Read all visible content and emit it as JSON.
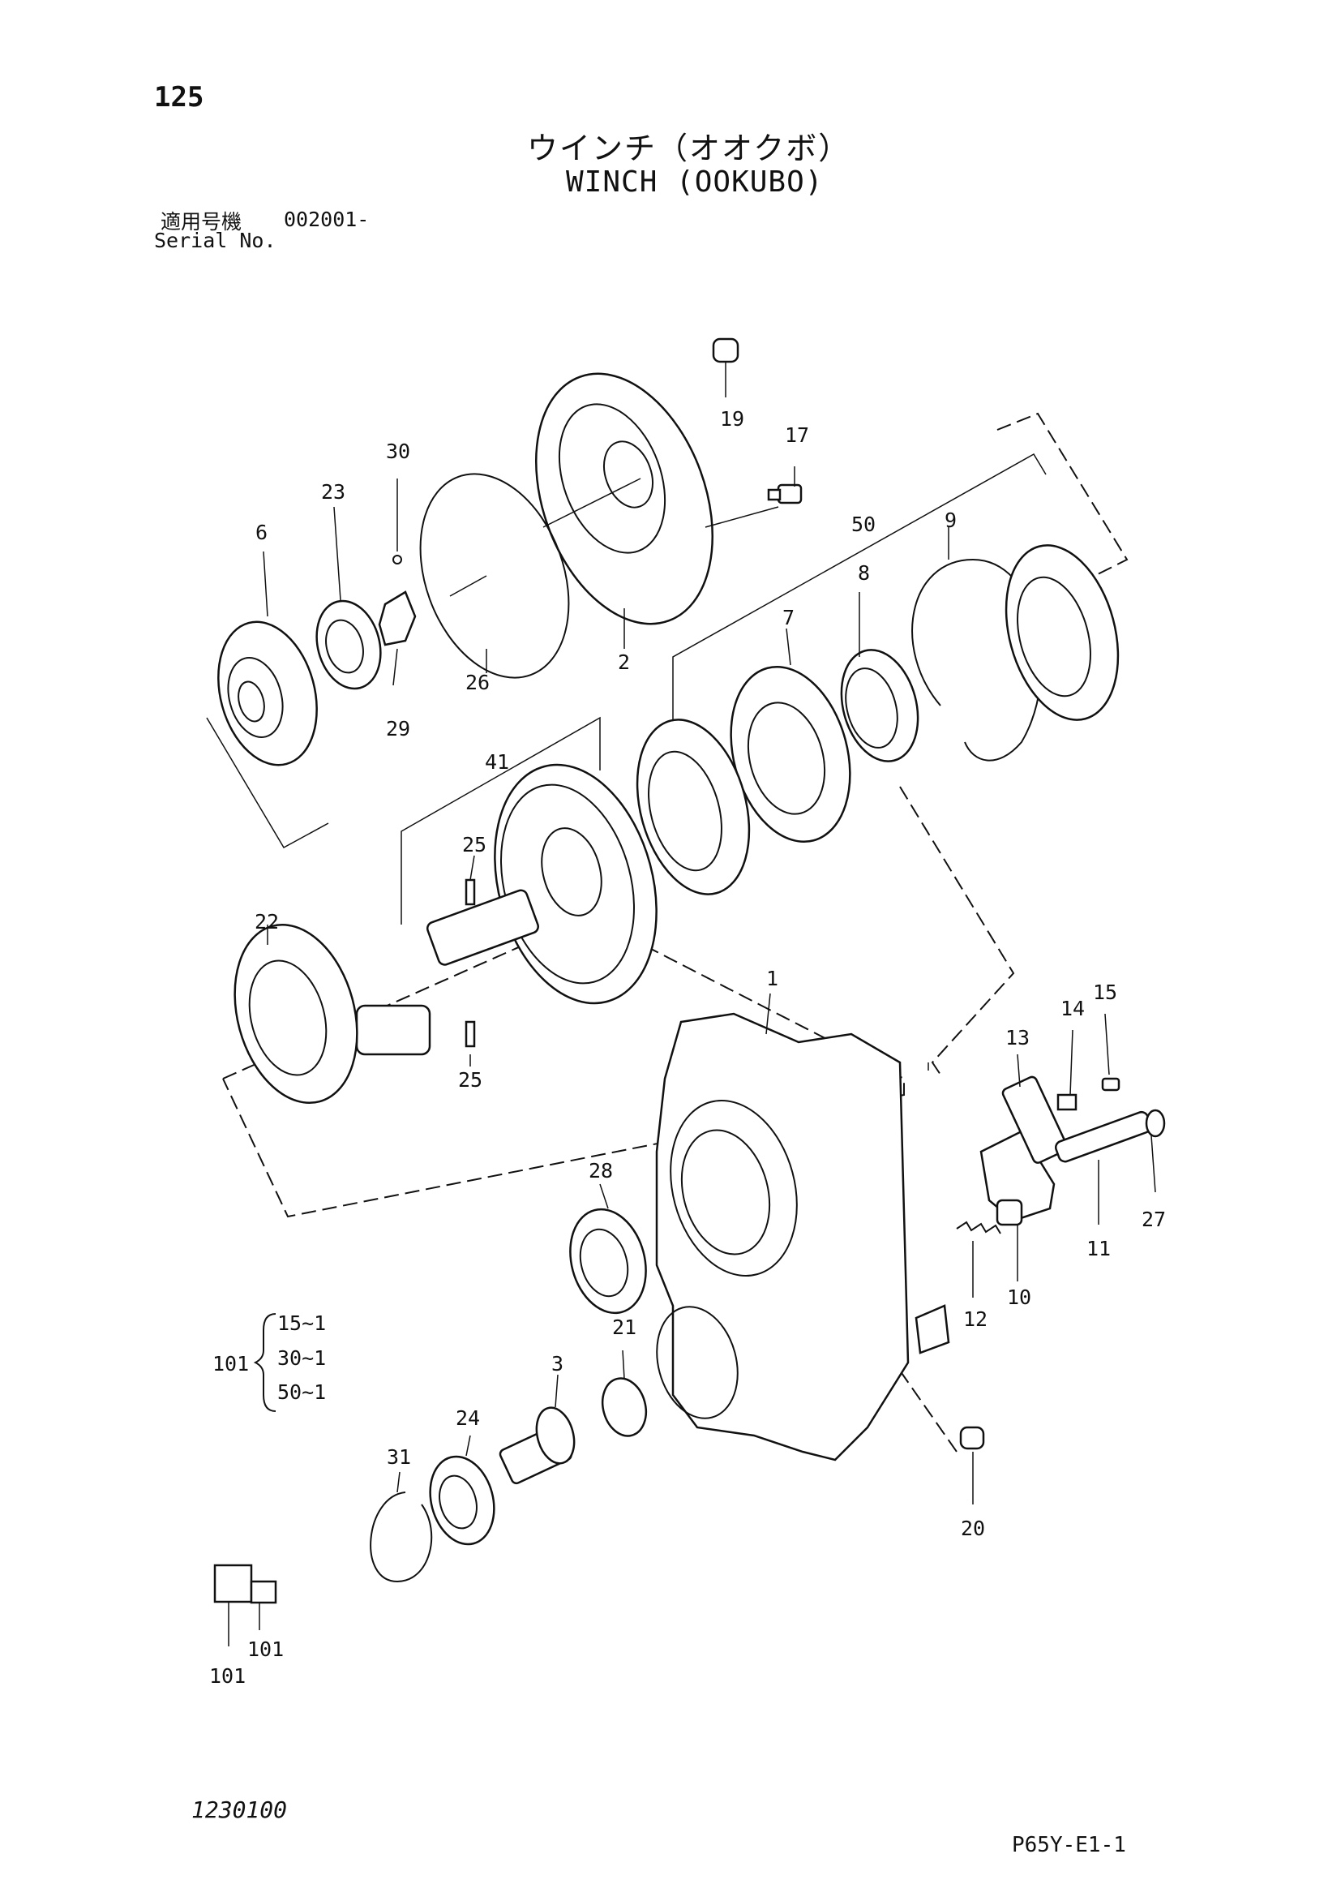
{
  "page_number": "125",
  "title_jp": "ウインチ（オオクボ）",
  "title_en": "WINCH (OOKUBO)",
  "serial": {
    "label_jp": "適用号機",
    "value": "002001-",
    "label_en": "Serial No."
  },
  "callouts": {
    "c1": "1",
    "c2": "2",
    "c3": "3",
    "c6": "6",
    "c7": "7",
    "c8": "8",
    "c9": "9",
    "c10": "10",
    "c11": "11",
    "c12": "12",
    "c13": "13",
    "c14": "14",
    "c15": "15",
    "c17": "17",
    "c19": "19",
    "c20": "20",
    "c21": "21",
    "c22": "22",
    "c23": "23",
    "c24": "24",
    "c25a": "25",
    "c25b": "25",
    "c26": "26",
    "c27": "27",
    "c28": "28",
    "c29": "29",
    "c30": "30",
    "c31": "31",
    "c41": "41",
    "c50": "50",
    "c101_kit": "101",
    "c101_a": "101",
    "c101_b": "101"
  },
  "kit_contents": [
    "15~1",
    "30~1",
    "50~1"
  ],
  "footer_left": "1230100",
  "footer_right": "P65Y-E1-1"
}
